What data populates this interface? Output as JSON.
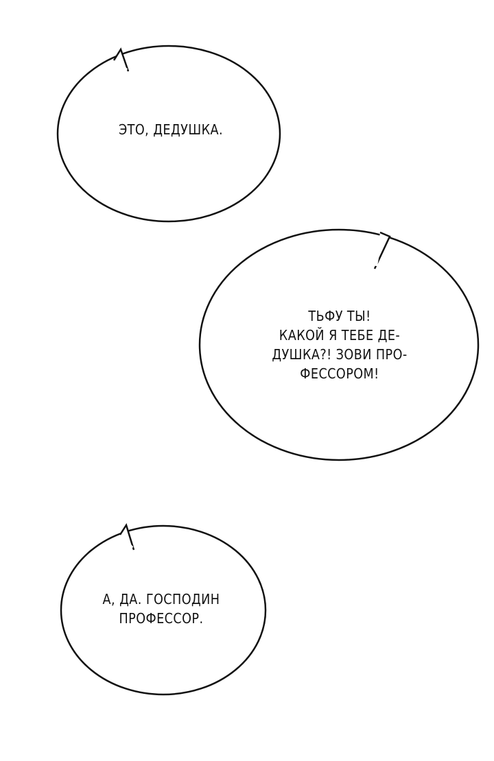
{
  "bubbles": [
    {
      "lines": [
        "ЭТО, ДЕДУШКА."
      ]
    },
    {
      "lines": [
        "ТЬФУ ТЫ!",
        "КАКОЙ Я ТЕБЕ ДЕ-",
        "ДУШКА?! ЗОВИ ПРО-",
        "ФЕССОРОМ!"
      ]
    },
    {
      "lines": [
        "А, ДА. ГОСПОДИН",
        "ПРОФЕССОР."
      ]
    }
  ],
  "colors": {
    "background": "#ffffff",
    "bubble_fill": "#ffffff",
    "bubble_stroke": "#111111",
    "text": "#111111"
  }
}
